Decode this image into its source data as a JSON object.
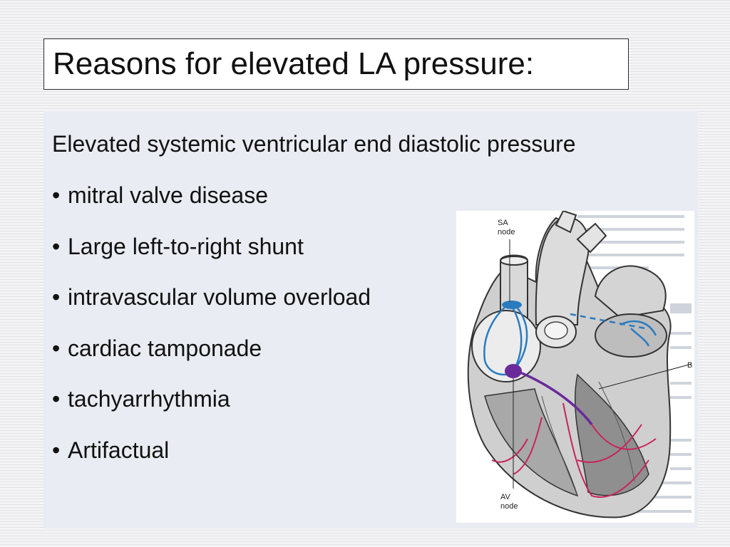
{
  "slide": {
    "title": "Reasons for elevated LA pressure:",
    "intro": "Elevated systemic ventricular end diastolic pressure",
    "bullets": [
      "mitral valve disease",
      "Large left-to-right shunt",
      "intravascular volume overload",
      "cardiac tamponade",
      "tachyarrhythmia",
      "Artifactual"
    ]
  },
  "figure": {
    "labels": {
      "sa_node": "SA node",
      "av_node": "AV node",
      "b_edge": "B"
    },
    "colors": {
      "conduction_blue": "#2a7bc0",
      "av_node_purple": "#6a2a9a",
      "purkinje_red": "#c8245c"
    }
  }
}
